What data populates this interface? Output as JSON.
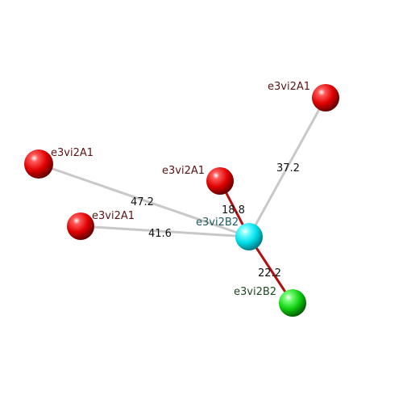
{
  "colors": {
    "background": "#ffffff",
    "node_red": "#e00000",
    "node_cyan": "#00e8f0",
    "node_green": "#10d010",
    "edge_grey": "#c8c8c8",
    "edge_red": "#b01010",
    "label_red": "#5a1414",
    "label_teal": "#1e5a60",
    "label_green": "#1e4a1e",
    "distance_text": "#111111"
  },
  "nodes": [
    {
      "id": "center",
      "label": "e3vi2B2",
      "color": "cyan"
    },
    {
      "id": "topright",
      "label": "e3vi2A1",
      "color": "red"
    },
    {
      "id": "left",
      "label": "e3vi2A1",
      "color": "red"
    },
    {
      "id": "midupper",
      "label": "e3vi2A1",
      "color": "red"
    },
    {
      "id": "midleft",
      "label": "e3vi2A1",
      "color": "red"
    },
    {
      "id": "bottom",
      "label": "e3vi2B2",
      "color": "green"
    }
  ],
  "edges": [
    {
      "from": "center",
      "to": "topright",
      "distance": "37.2",
      "style": "grey"
    },
    {
      "from": "center",
      "to": "left",
      "distance": "47.2",
      "style": "grey"
    },
    {
      "from": "center",
      "to": "midleft",
      "distance": "41.6",
      "style": "grey"
    },
    {
      "from": "center",
      "to": "midupper",
      "distance": "18.8",
      "style": "red"
    },
    {
      "from": "center",
      "to": "bottom",
      "distance": "22.2",
      "style": "red"
    }
  ]
}
